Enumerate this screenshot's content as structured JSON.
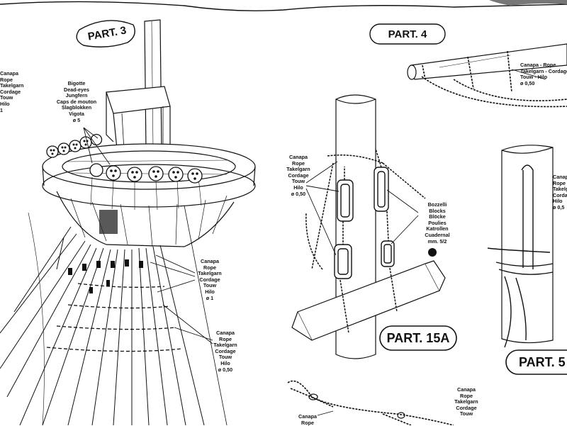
{
  "parts": {
    "part3": "PART. 3",
    "part4": "PART. 4",
    "part15a": "PART. 15A",
    "part5": "PART. 5"
  },
  "labels": {
    "rope_left_edge": [
      "Canapa",
      "Rope",
      "Takelgarn",
      "Cordage",
      "Touw",
      "Hilo",
      "1"
    ],
    "deadeyes": [
      "Bigotte",
      "Dead-eyes",
      "Jungfern",
      "Caps de mouton",
      "Slagblokken",
      "Vigota",
      "ø 5"
    ],
    "rope_1": [
      "Canapa",
      "Rope",
      "Takelgarn",
      "Cordage",
      "Touw",
      "Hilo",
      "ø 1"
    ],
    "rope_050_a": [
      "Canapa",
      "Rope",
      "Takelgarn",
      "Cordage",
      "Touw",
      "Hilo",
      "ø 0,50"
    ],
    "rope_050_b": [
      "Canapa",
      "Rope",
      "Takelgarn",
      "Cordage",
      "Touw",
      "Hilo",
      "ø 0,50"
    ],
    "rope_part4": [
      "Canapa - Rope",
      "Takelgarn - Cordage",
      "Touw - Hilo",
      "ø 0,50"
    ],
    "blocks": [
      "Bozzelli",
      "Blocks",
      "Blöcke",
      "Poulies",
      "Katrollen",
      "Cuadernal",
      "mm. 5/2"
    ],
    "rope_right_edge": [
      "Canapa",
      "Rope",
      "Takelgarn",
      "Cordage",
      "Hilo",
      "ø 0,5"
    ],
    "rope_bottom_mid": [
      "Canapa",
      "Rope"
    ],
    "rope_bottom_right": [
      "Canapa",
      "Rope",
      "Takelgarn",
      "Cordage",
      "Touw"
    ]
  }
}
